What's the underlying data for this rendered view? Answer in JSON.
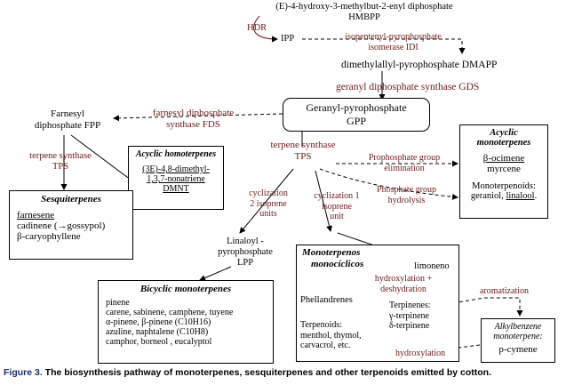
{
  "nodes": {
    "hmbpp": [
      "(E)-4-hydroxy-3-methylbut-2-enyl diphosphate",
      "HMBPP"
    ],
    "hdr": "HDR",
    "ipp": "IPP",
    "idi": [
      "isopentenyl-pyrophosphate",
      "isomerase IDI"
    ],
    "dmapp": "dimethylallyl-pyrophosphate DMAPP",
    "gds": "geranyl diphosphate synthase GDS",
    "gpp": [
      "Geranyl-pyrophosphate",
      "GPP"
    ],
    "fpp": [
      "Farnesyl",
      "diphosphate FPP"
    ],
    "fds": [
      "farnesyl diphosphate",
      "synthase FDS"
    ],
    "tps_left": [
      "terpene synthase",
      "TPS"
    ],
    "tps_center": [
      "terpene synthase",
      "TPS"
    ],
    "ppg_elim": [
      "Prophosphate group",
      "elimination"
    ],
    "pg_hydro": [
      "Phosphate group",
      "hydrolysis"
    ],
    "cyc2": [
      "cyclization",
      "2 isoprene",
      "units"
    ],
    "cyc1": [
      "cyclization 1",
      "isoprene",
      "unit"
    ],
    "lpp": [
      "Linaloyl -",
      "pyrophosphate",
      "LPP"
    ],
    "aromatization": "aromatization",
    "hydroxylation": "hydroxylation",
    "hyd_dehyd": [
      "hydroxylation +",
      "deshydration"
    ]
  },
  "boxes": {
    "sesqui": {
      "title": "Sesquiterpenes",
      "lines": [
        "farnesene",
        "cadinene (→gossypol)",
        "β-caryophyllene"
      ]
    },
    "acyclic_homo": {
      "title": "Acyclic homoterpenes",
      "lines": [
        "(3E)-4,8-dimethyl-",
        "1,3,7-nonatriene",
        "DMNT"
      ]
    },
    "acyclic_mono": {
      "title": [
        "Acyclic",
        "monoterpenes"
      ],
      "lines": [
        "β-ocimene",
        "myrcene"
      ],
      "monoterpenoids_label": "Monoterpenoids:",
      "monoterpenoids": [
        "geraniol, ",
        "linalool",
        "."
      ]
    },
    "bicyclic": {
      "title": "Bicyclic monoterpenes",
      "lines": [
        "pinene",
        "carene, sabinene, camphene, tuyene",
        "α-pinene, β-pinene (C10H16)",
        "azuline, naphtalene (C10H8)",
        "camphor, borneol , eucalyptol"
      ]
    },
    "monocyclic": {
      "title": [
        "Monoterpenos",
        "monocíclicos"
      ],
      "limoneno": "limoneno",
      "phellandrenes": "Phellandrenes",
      "terpinenes": [
        "Terpinenes:",
        "γ-terpinene",
        "δ-terpinene"
      ],
      "terpenoids": [
        "Terpenoids:",
        "menthol, thymol,",
        "carvacrol, etc."
      ]
    },
    "alkylbenzene": {
      "title": [
        "Alkylbenzene",
        "monoterpene:"
      ],
      "value": "p-cymene"
    }
  },
  "caption": {
    "figure": "Figure 3.",
    "text": " The biosynthesis pathway of monoterpenes, sesquiterpenes and other terpenoids emitted by cotton."
  }
}
